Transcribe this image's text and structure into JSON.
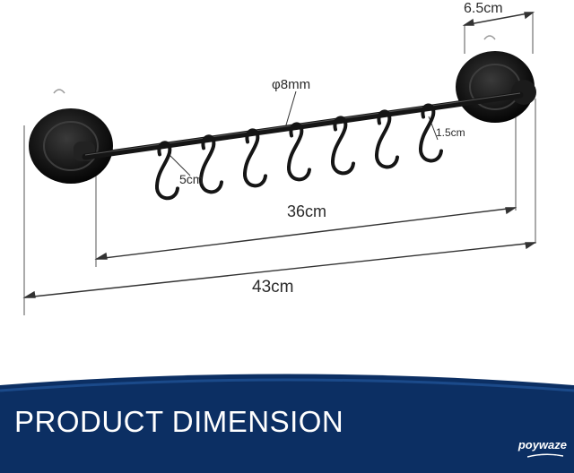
{
  "dimensions": {
    "depth": "6.5cm",
    "rod_diameter": "φ8mm",
    "hook_height": "5cm",
    "hook_gap": "1.5cm",
    "rod_length": "36cm",
    "total_length": "43cm"
  },
  "banner": {
    "title": "PRODUCT DIMENSION",
    "brand": "poywaze"
  },
  "product": {
    "hook_count": 7
  },
  "colors": {
    "product": "#1a1a1a",
    "banner": "#0c2f63",
    "dimension_line": "#333333"
  }
}
